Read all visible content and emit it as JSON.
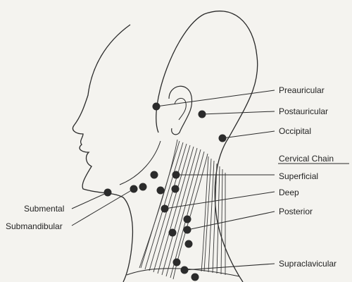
{
  "labels": {
    "preauricular": "Preauricular",
    "postauricular": "Postauricular",
    "occipital": "Occipital",
    "cervical_chain": "Cervical Chain",
    "superficial": "Superficial",
    "deep": "Deep",
    "posterior": "Posterior",
    "supraclavicular": "Supraclavicular",
    "submental": "Submental",
    "submandibular": "Submandibular"
  },
  "colors": {
    "ink": "#2a2a2a",
    "node": "#2b2b2b",
    "paper": "#f4f3ef"
  }
}
